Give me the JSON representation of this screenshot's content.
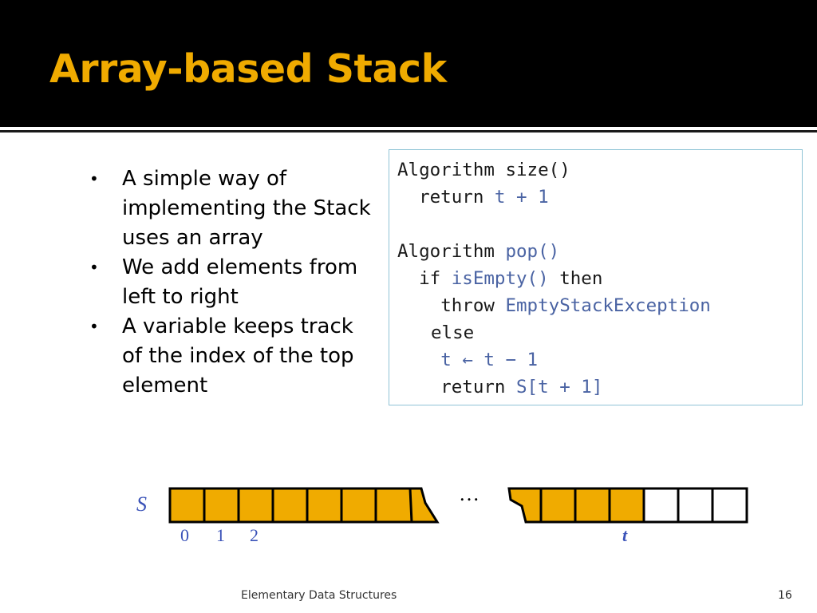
{
  "slide": {
    "title": "Array-based Stack",
    "bullets": [
      "A simple way of implementing the Stack uses an array",
      "We add elements from left to right",
      "A variable keeps track of the  index of the top element"
    ],
    "code": {
      "line1": "Algorithm size()",
      "line2_kw": "return",
      "line2_expr": "t + 1",
      "line4_kw": "Algorithm",
      "line4_name": "pop()",
      "line5_if": "if",
      "line5_cond": "isEmpty()",
      "line5_then": "then",
      "line6_kw": "throw",
      "line6_exc": "EmptyStackException",
      "line7": "else",
      "line8": "t ← t − 1",
      "line9_kw": "return",
      "line9_expr": "S[t + 1]"
    },
    "diagram": {
      "array_label": "S",
      "indices": [
        "0",
        "1",
        "2"
      ],
      "ellipsis": "…",
      "top_label": "t",
      "colors": {
        "filled": "#f0ab00",
        "empty": "#ffffff",
        "outline": "#000000",
        "label": "#3a52b8"
      }
    },
    "footer": {
      "course": "Elementary Data Structures",
      "page": "16"
    }
  }
}
